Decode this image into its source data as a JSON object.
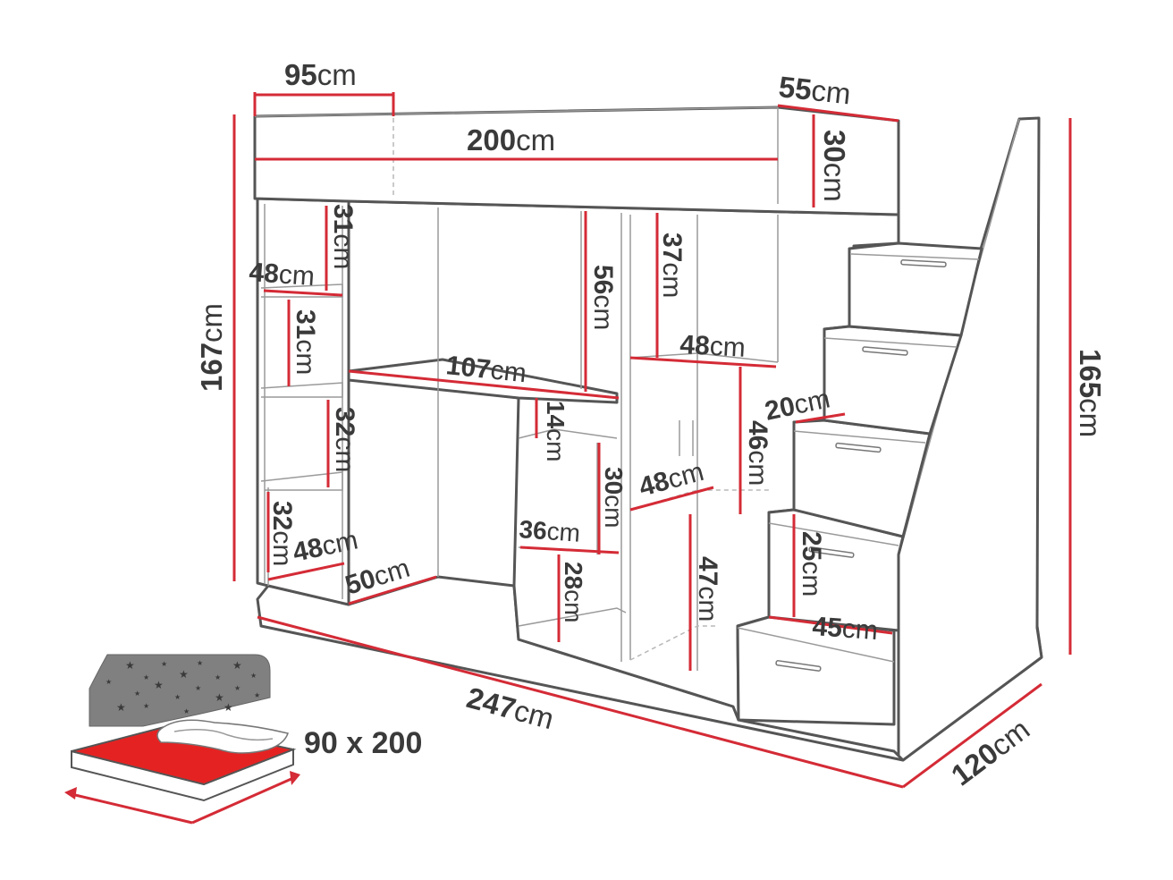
{
  "colors": {
    "dimension_line": "#d42b36",
    "outline": "#555555",
    "text": "#3a3a3a",
    "mattress_top": "#e52222",
    "headboard": "#808080"
  },
  "dimensions": {
    "top_width": {
      "value": "95",
      "unit": "cm"
    },
    "bed_length": {
      "value": "200",
      "unit": "cm"
    },
    "top_depth": {
      "value": "55",
      "unit": "cm"
    },
    "rail_height": {
      "value": "30",
      "unit": "cm"
    },
    "total_height_left": {
      "value": "167",
      "unit": "cm"
    },
    "total_height_right": {
      "value": "165",
      "unit": "cm"
    },
    "total_length": {
      "value": "247",
      "unit": "cm"
    },
    "total_depth": {
      "value": "120",
      "unit": "cm"
    },
    "shelf_a_height": {
      "value": "31",
      "unit": "cm"
    },
    "shelf_a_width": {
      "value": "48",
      "unit": "cm"
    },
    "shelf_b_height": {
      "value": "31",
      "unit": "cm"
    },
    "shelf_c_height": {
      "value": "32",
      "unit": "cm"
    },
    "shelf_d_height": {
      "value": "32",
      "unit": "cm"
    },
    "shelf_d_width": {
      "value": "48",
      "unit": "cm"
    },
    "desk_depth": {
      "value": "50",
      "unit": "cm"
    },
    "desk_width": {
      "value": "107",
      "unit": "cm"
    },
    "desk_clearance": {
      "value": "56",
      "unit": "cm"
    },
    "desk_box_height": {
      "value": "14",
      "unit": "cm"
    },
    "desk_box_lower": {
      "value": "30",
      "unit": "cm"
    },
    "desk_box_width": {
      "value": "36",
      "unit": "cm"
    },
    "desk_bottom": {
      "value": "28",
      "unit": "cm"
    },
    "wardrobe_top": {
      "value": "37",
      "unit": "cm"
    },
    "wardrobe_width_top": {
      "value": "48",
      "unit": "cm"
    },
    "wardrobe_middle": {
      "value": "46",
      "unit": "cm"
    },
    "wardrobe_width_mid": {
      "value": "48",
      "unit": "cm"
    },
    "wardrobe_bottom": {
      "value": "47",
      "unit": "cm"
    },
    "step_depth": {
      "value": "20",
      "unit": "cm"
    },
    "step_height": {
      "value": "25",
      "unit": "cm"
    },
    "step_width": {
      "value": "45",
      "unit": "cm"
    }
  },
  "mattress_size": "90 x 200"
}
